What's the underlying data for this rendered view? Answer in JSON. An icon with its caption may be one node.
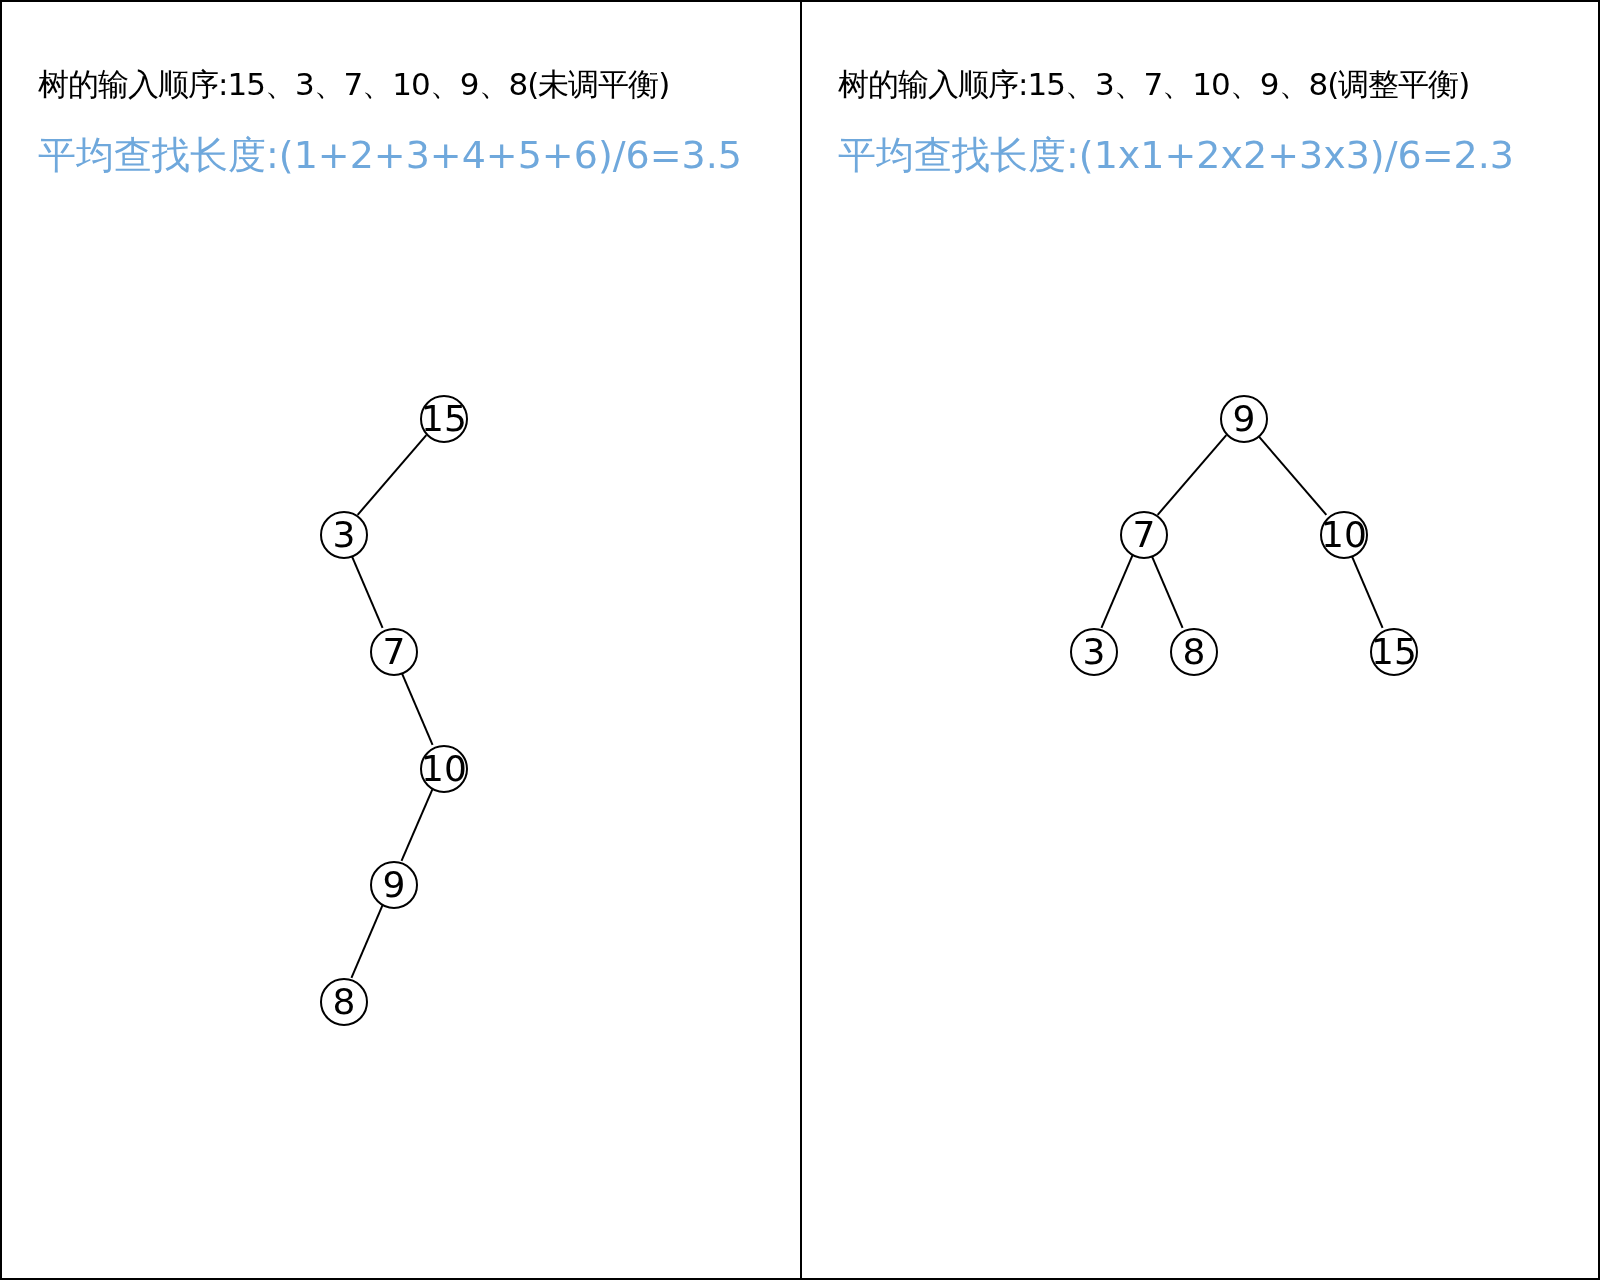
{
  "diagram": {
    "nodes": [
      {
        "text": [
          "树的输入顺序:15、3、7、10、9、8(未调平衡)",
          "平均查找长度:(1+2+3+4+5+6)/6=3.5"
        ]
      },
      {
        "text": [
          "15"
        ],
        "in": 0
      },
      {
        "text": [
          "3"
        ],
        "in": 0
      },
      {
        "text": [
          "7"
        ],
        "in": 0
      },
      {
        "text": [
          "10"
        ],
        "in": 0
      },
      {
        "text": [
          "9"
        ],
        "in": 0
      },
      {
        "text": [
          "8"
        ],
        "in": 0
      },
      {
        "text": [
          "树的输入顺序:15、3、7、10、9、8(调整平衡)",
          "平均查找长度:(1x1+2x2+3x3)/6=2.3"
        ]
      },
      {
        "text": [
          "9"
        ],
        "in": 7
      },
      {
        "text": [
          "7"
        ],
        "in": 7
      },
      {
        "text": [
          "10"
        ],
        "in": 7
      },
      {
        "text": [
          "3"
        ],
        "in": 7
      },
      {
        "text": [
          "8"
        ],
        "in": 7
      },
      {
        "text": [
          "15"
        ],
        "in": 7
      }
    ],
    "edges": [
      {
        "from": 1,
        "to": 2,
        "arrow": "none"
      },
      {
        "from": 2,
        "to": 3,
        "arrow": "none"
      },
      {
        "from": 3,
        "to": 4,
        "arrow": "none"
      },
      {
        "from": 4,
        "to": 5,
        "arrow": "none"
      },
      {
        "from": 5,
        "to": 6,
        "arrow": "none"
      },
      {
        "from": 8,
        "to": 9,
        "arrow": "none"
      },
      {
        "from": 8,
        "to": 10,
        "arrow": "none"
      },
      {
        "from": 9,
        "to": 11,
        "arrow": "none"
      },
      {
        "from": 9,
        "to": 12,
        "arrow": "none"
      },
      {
        "from": 10,
        "to": 13,
        "arrow": "none"
      }
    ]
  }
}
